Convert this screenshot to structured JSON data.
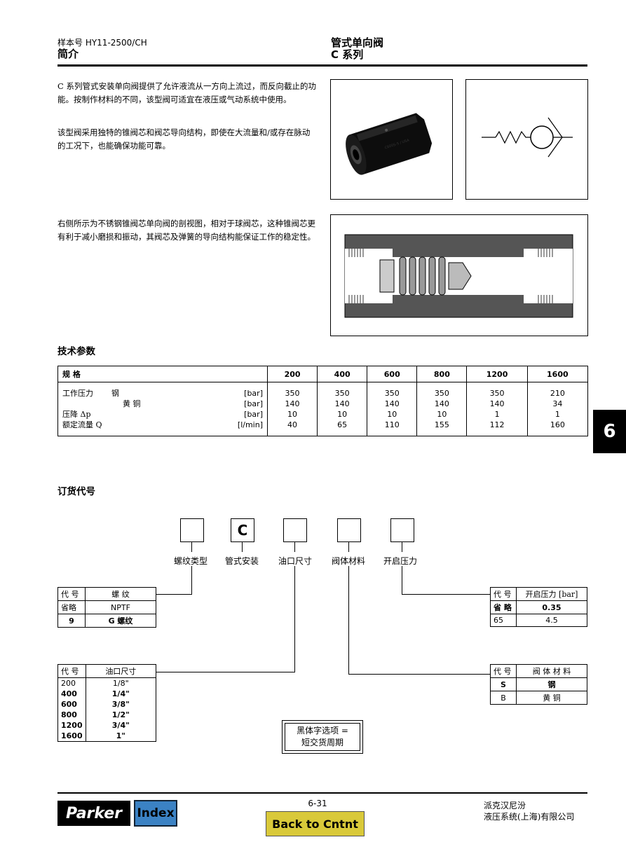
{
  "header": {
    "catalog_no": "样本号 HY11-2500/CH",
    "section": "简介",
    "product": "管式单向阀",
    "series": "C 系列"
  },
  "intro": {
    "p1": "C 系列管式安装单向阀提供了允许液流从一方向上流过，而反向截止的功能。按制作材料的不同，该型阀可适宜在液压或气动系统中使用。",
    "p2": "该型阀采用独特的锥阀芯和阀芯导向结构，即使在大流量和/或存在脉动的工况下，也能确保功能可靠。",
    "p3": "右侧所示为不锈钢锥阀芯单向阀的剖视图，相对于球阀芯，这种锥阀芯更有利于减小磨损和振动，其阀芯及弹簧的导向结构能保证工作的稳定性。"
  },
  "product_image_text": "C600S-5 / USA",
  "tech": {
    "title": "技术参数",
    "spec_label": "规 格",
    "sizes": [
      "200",
      "400",
      "600",
      "800",
      "1200",
      "1600"
    ],
    "rows": [
      {
        "label": "工作压力",
        "sub": "钢",
        "unit": "[bar]",
        "values": [
          "350",
          "350",
          "350",
          "350",
          "350",
          "210"
        ]
      },
      {
        "label": "",
        "sub": "黄 铜",
        "unit": "[bar]",
        "values": [
          "140",
          "140",
          "140",
          "140",
          "140",
          "34"
        ]
      },
      {
        "label": "压降 Δp",
        "sub": "",
        "unit": "[bar]",
        "values": [
          "10",
          "10",
          "10",
          "10",
          "1",
          "1"
        ]
      },
      {
        "label": "额定流量 Q",
        "sub": "",
        "unit": "[l/min]",
        "values": [
          "40",
          "65",
          "110",
          "155",
          "112",
          "160"
        ]
      }
    ]
  },
  "side_tab": "6",
  "order": {
    "title": "订货代号",
    "code_letter": "C",
    "labels": [
      "螺纹类型",
      "管式安装",
      "油口尺寸",
      "阀体材料",
      "开启压力"
    ],
    "thread": {
      "h1": "代 号",
      "h2": "螺 纹",
      "rows": [
        [
          "省略",
          "NPTF",
          false
        ],
        [
          "9",
          "G 螺纹",
          true
        ]
      ]
    },
    "port": {
      "h1": "代 号",
      "h2": "油口尺寸",
      "rows": [
        [
          "200",
          "1/8\"",
          false
        ],
        [
          "400",
          "1/4\"",
          true
        ],
        [
          "600",
          "3/8\"",
          true
        ],
        [
          "800",
          "1/2\"",
          true
        ],
        [
          "1200",
          "3/4\"",
          true
        ],
        [
          "1600",
          "1\"",
          true
        ]
      ]
    },
    "crack": {
      "h1": "代 号",
      "h2": "开启压力 [bar]",
      "rows": [
        [
          "省 略",
          "0.35",
          true
        ],
        [
          "65",
          "4.5",
          false
        ]
      ]
    },
    "material": {
      "h1": "代 号",
      "h2": "阀 体 材 料",
      "rows": [
        [
          "S",
          "钢",
          true
        ],
        [
          "B",
          "黄 铜",
          false
        ]
      ]
    },
    "note_line1": "黑体字选项 =",
    "note_line2": "短交货周期"
  },
  "footer": {
    "logo": "Parker",
    "index_btn": "Index",
    "page": "6-31",
    "back_btn": "Back to Cntnt",
    "company1": "派克汉尼汾",
    "company2": "液压系统(上海)有限公司"
  }
}
